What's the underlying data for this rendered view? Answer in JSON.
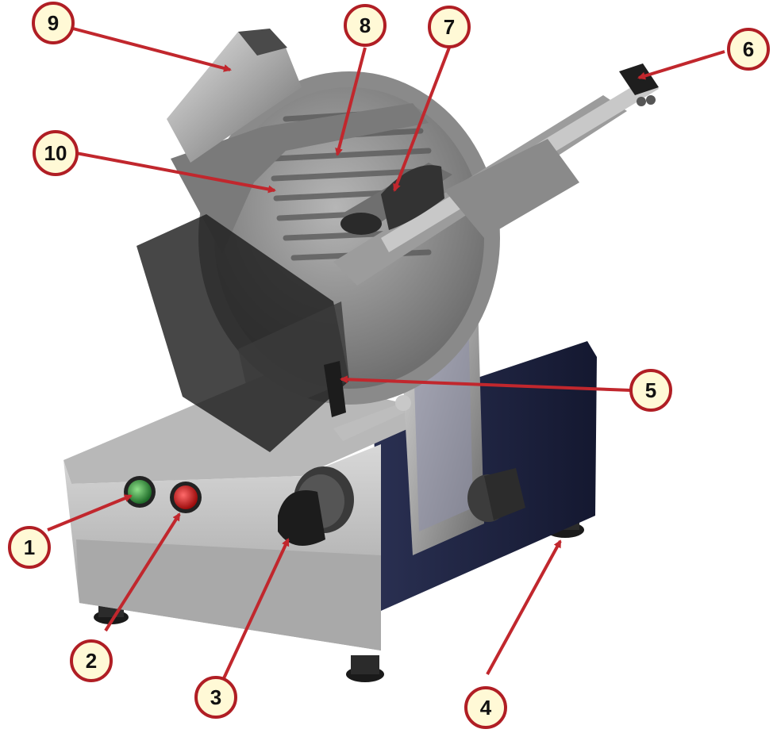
{
  "colors": {
    "callout_stroke": "#b01e24",
    "callout_fill": "#fff9d6",
    "arrow": "#c1272d",
    "metal_light": "#c9c9c9",
    "metal_mid": "#9a9a9a",
    "metal_dark": "#5e5e5e",
    "base_dark": "#1f2540",
    "button_green": "#2e8b3c",
    "button_red": "#d11f1f"
  },
  "callouts": [
    {
      "id": "1",
      "label": "1"
    },
    {
      "id": "2",
      "label": "2"
    },
    {
      "id": "3",
      "label": "3"
    },
    {
      "id": "4",
      "label": "4"
    },
    {
      "id": "5",
      "label": "5"
    },
    {
      "id": "6",
      "label": "6"
    },
    {
      "id": "7",
      "label": "7"
    },
    {
      "id": "8",
      "label": "8"
    },
    {
      "id": "9",
      "label": "9"
    },
    {
      "id": "10",
      "label": "10"
    }
  ]
}
